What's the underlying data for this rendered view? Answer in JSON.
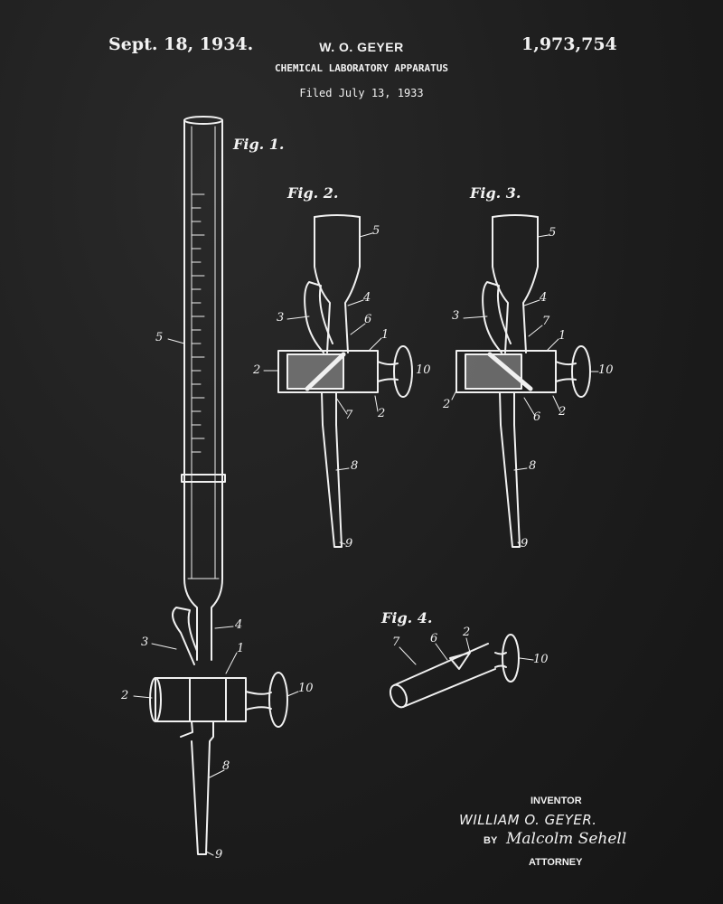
{
  "header": {
    "date": "Sept. 18, 1934.",
    "inventor": "W. O. GEYER",
    "patent_number": "1,973,754",
    "title": "CHEMICAL LABORATORY APPARATUS",
    "filed": "Filed July 13, 1933"
  },
  "figures": {
    "fig1": {
      "label": "Fig. 1.",
      "refs": [
        "5",
        "4",
        "3",
        "1",
        "2",
        "10",
        "8",
        "9"
      ]
    },
    "fig2": {
      "label": "Fig. 2.",
      "refs": [
        "5",
        "4",
        "3",
        "6",
        "1",
        "2",
        "10",
        "7",
        "2",
        "8",
        "9"
      ]
    },
    "fig3": {
      "label": "Fig. 3.",
      "refs": [
        "5",
        "4",
        "3",
        "7",
        "1",
        "2",
        "10",
        "6",
        "2",
        "8",
        "9"
      ]
    },
    "fig4": {
      "label": "Fig. 4.",
      "refs": [
        "7",
        "6",
        "2",
        "10"
      ]
    }
  },
  "signature": {
    "inventor_heading": "INVENTOR",
    "inventor_name": "WILLIAM O. GEYER.",
    "by": "BY",
    "attorney_signature": "Malcolm Sehell",
    "attorney_heading": "ATTORNEY"
  }
}
